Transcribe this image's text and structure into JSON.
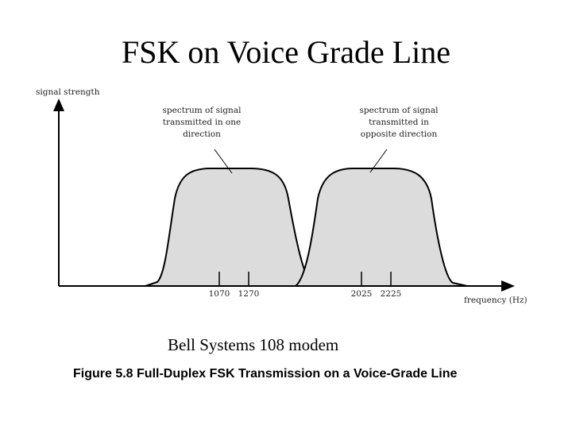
{
  "slide": {
    "title": "FSK on Voice Grade Line",
    "subtitle": "Bell Systems 108 modem",
    "figure_caption": "Figure 5.8  Full-Duplex FSK Transmission on a Voice-Grade Line"
  },
  "diagram": {
    "y_axis_label": "signal strength",
    "x_axis_label": "frequency (Hz)",
    "annotation_left": [
      "spectrum of signal",
      "transmitted in one",
      "direction"
    ],
    "annotation_right": [
      "spectrum of signal",
      "transmitted in",
      "opposite direction"
    ],
    "tick_labels": [
      "1070",
      "1270",
      "2025",
      "2225"
    ],
    "fill_color": "#dcdcdc",
    "stroke_color": "#000000"
  }
}
